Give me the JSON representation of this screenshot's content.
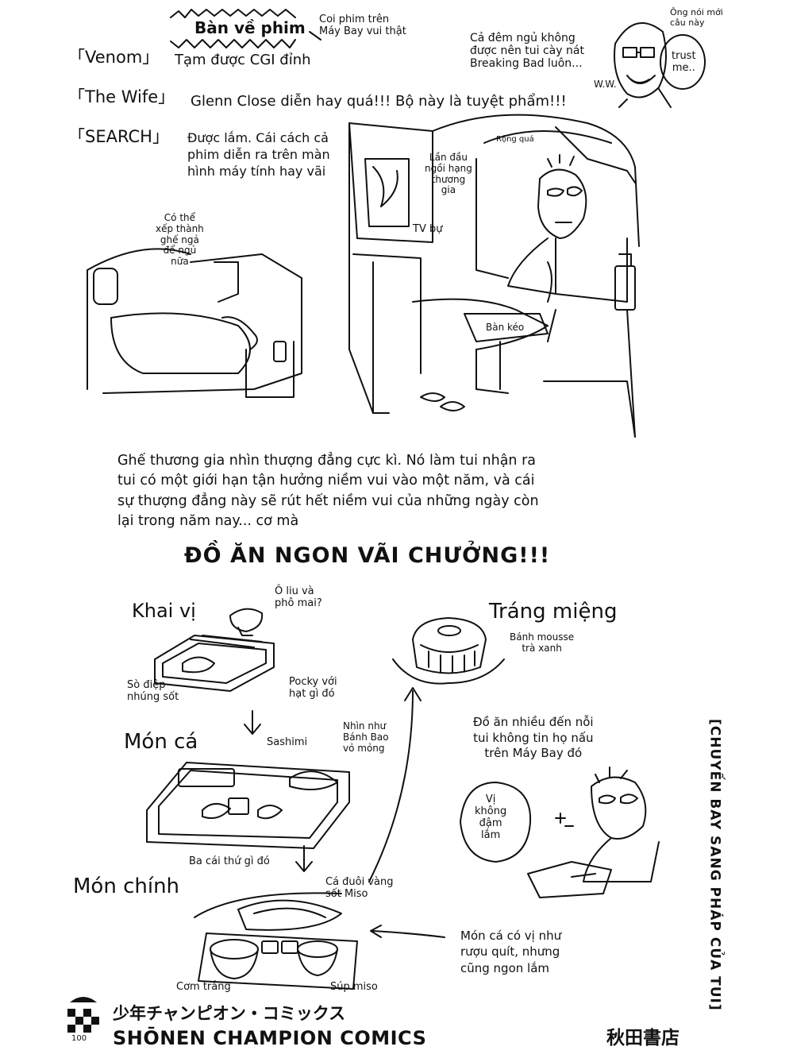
{
  "top": {
    "banner": "Bàn về phim",
    "banner_note": "Coi phim trên\nMáy Bay vui thật",
    "movies": [
      {
        "name": "「Venom」",
        "comment": "Tạm được CGI đỉnh"
      },
      {
        "name": "「The Wife」",
        "comment": "Glenn Close diễn hay quá!!! Bộ này là tuyệt phẩm!!!"
      },
      {
        "name": "「SEARCH」",
        "comment": "Được lắm. Cái cách cả\nphim diễn ra trên màn\nhình máy tính hay vãi"
      }
    ],
    "breaking_bad": "Cả đêm ngủ không\nđược nên tui cày nát\nBreaking Bad luôn...",
    "ww_note": "Ông nói mới\ncâu này",
    "ww_sig": "W.W.",
    "trust_me": "trust\nme.."
  },
  "cabin": {
    "first_business": "Lần đầu\nngồi hạng\nthương\ngia",
    "wide": "Rộng quá",
    "tv": "TV bự",
    "seat_note": "Có thể\nxếp thành\nghế ngả\nđể ngủ\nnữa",
    "table": "Bàn kéo"
  },
  "paragraph": "Ghế thương gia nhìn thượng đẳng cực kì. Nó làm tui nhận ra\ntui có một giới hạn tận hưởng niềm vui vào một năm, và cái\nsự thượng đẳng này sẽ rút hết niềm vui của những ngày còn\nlại trong năm nay... cơ mà",
  "headline": "ĐỒ ĂN NGON VÃI CHƯỞNG!!!",
  "food": {
    "starter": "Khai vị",
    "olive": "Ô liu và\nphô mai?",
    "scallop": "Sò điệp\nnhúng sốt",
    "pocky": "Pocky với\nhạt gì đó",
    "fish": "Món cá",
    "sashimi": "Sashimi",
    "bun": "Nhìn như\nBánh Bao\nvỏ mỏng",
    "three": "Ba cái thứ gì đó",
    "main": "Món chính",
    "yellowtail": "Cá đuôi vàng\nsốt Miso",
    "rice": "Cơm trắng",
    "miso": "Súp miso",
    "dessert": "Tráng miệng",
    "mousse": "Bánh mousse\ntrà xanh",
    "so_much": "Đồ ăn nhiều đến nỗi\ntui không tin họ nấu\ntrên Máy Bay đó",
    "bland": "Vị\nkhông\nđậm\nlắm",
    "fish_taste": "Món cá có vị như\nrượu quít, nhưng\ncũng ngon lắm"
  },
  "side_title": "[CHUYẾN BAY SANG PHÁP CỦA TUI]",
  "footer": {
    "jp": "少年チャンピオン・コミックス",
    "en": "SHŌNEN CHAMPION COMICS",
    "publisher": "秋田書店",
    "logo_number": "100"
  }
}
